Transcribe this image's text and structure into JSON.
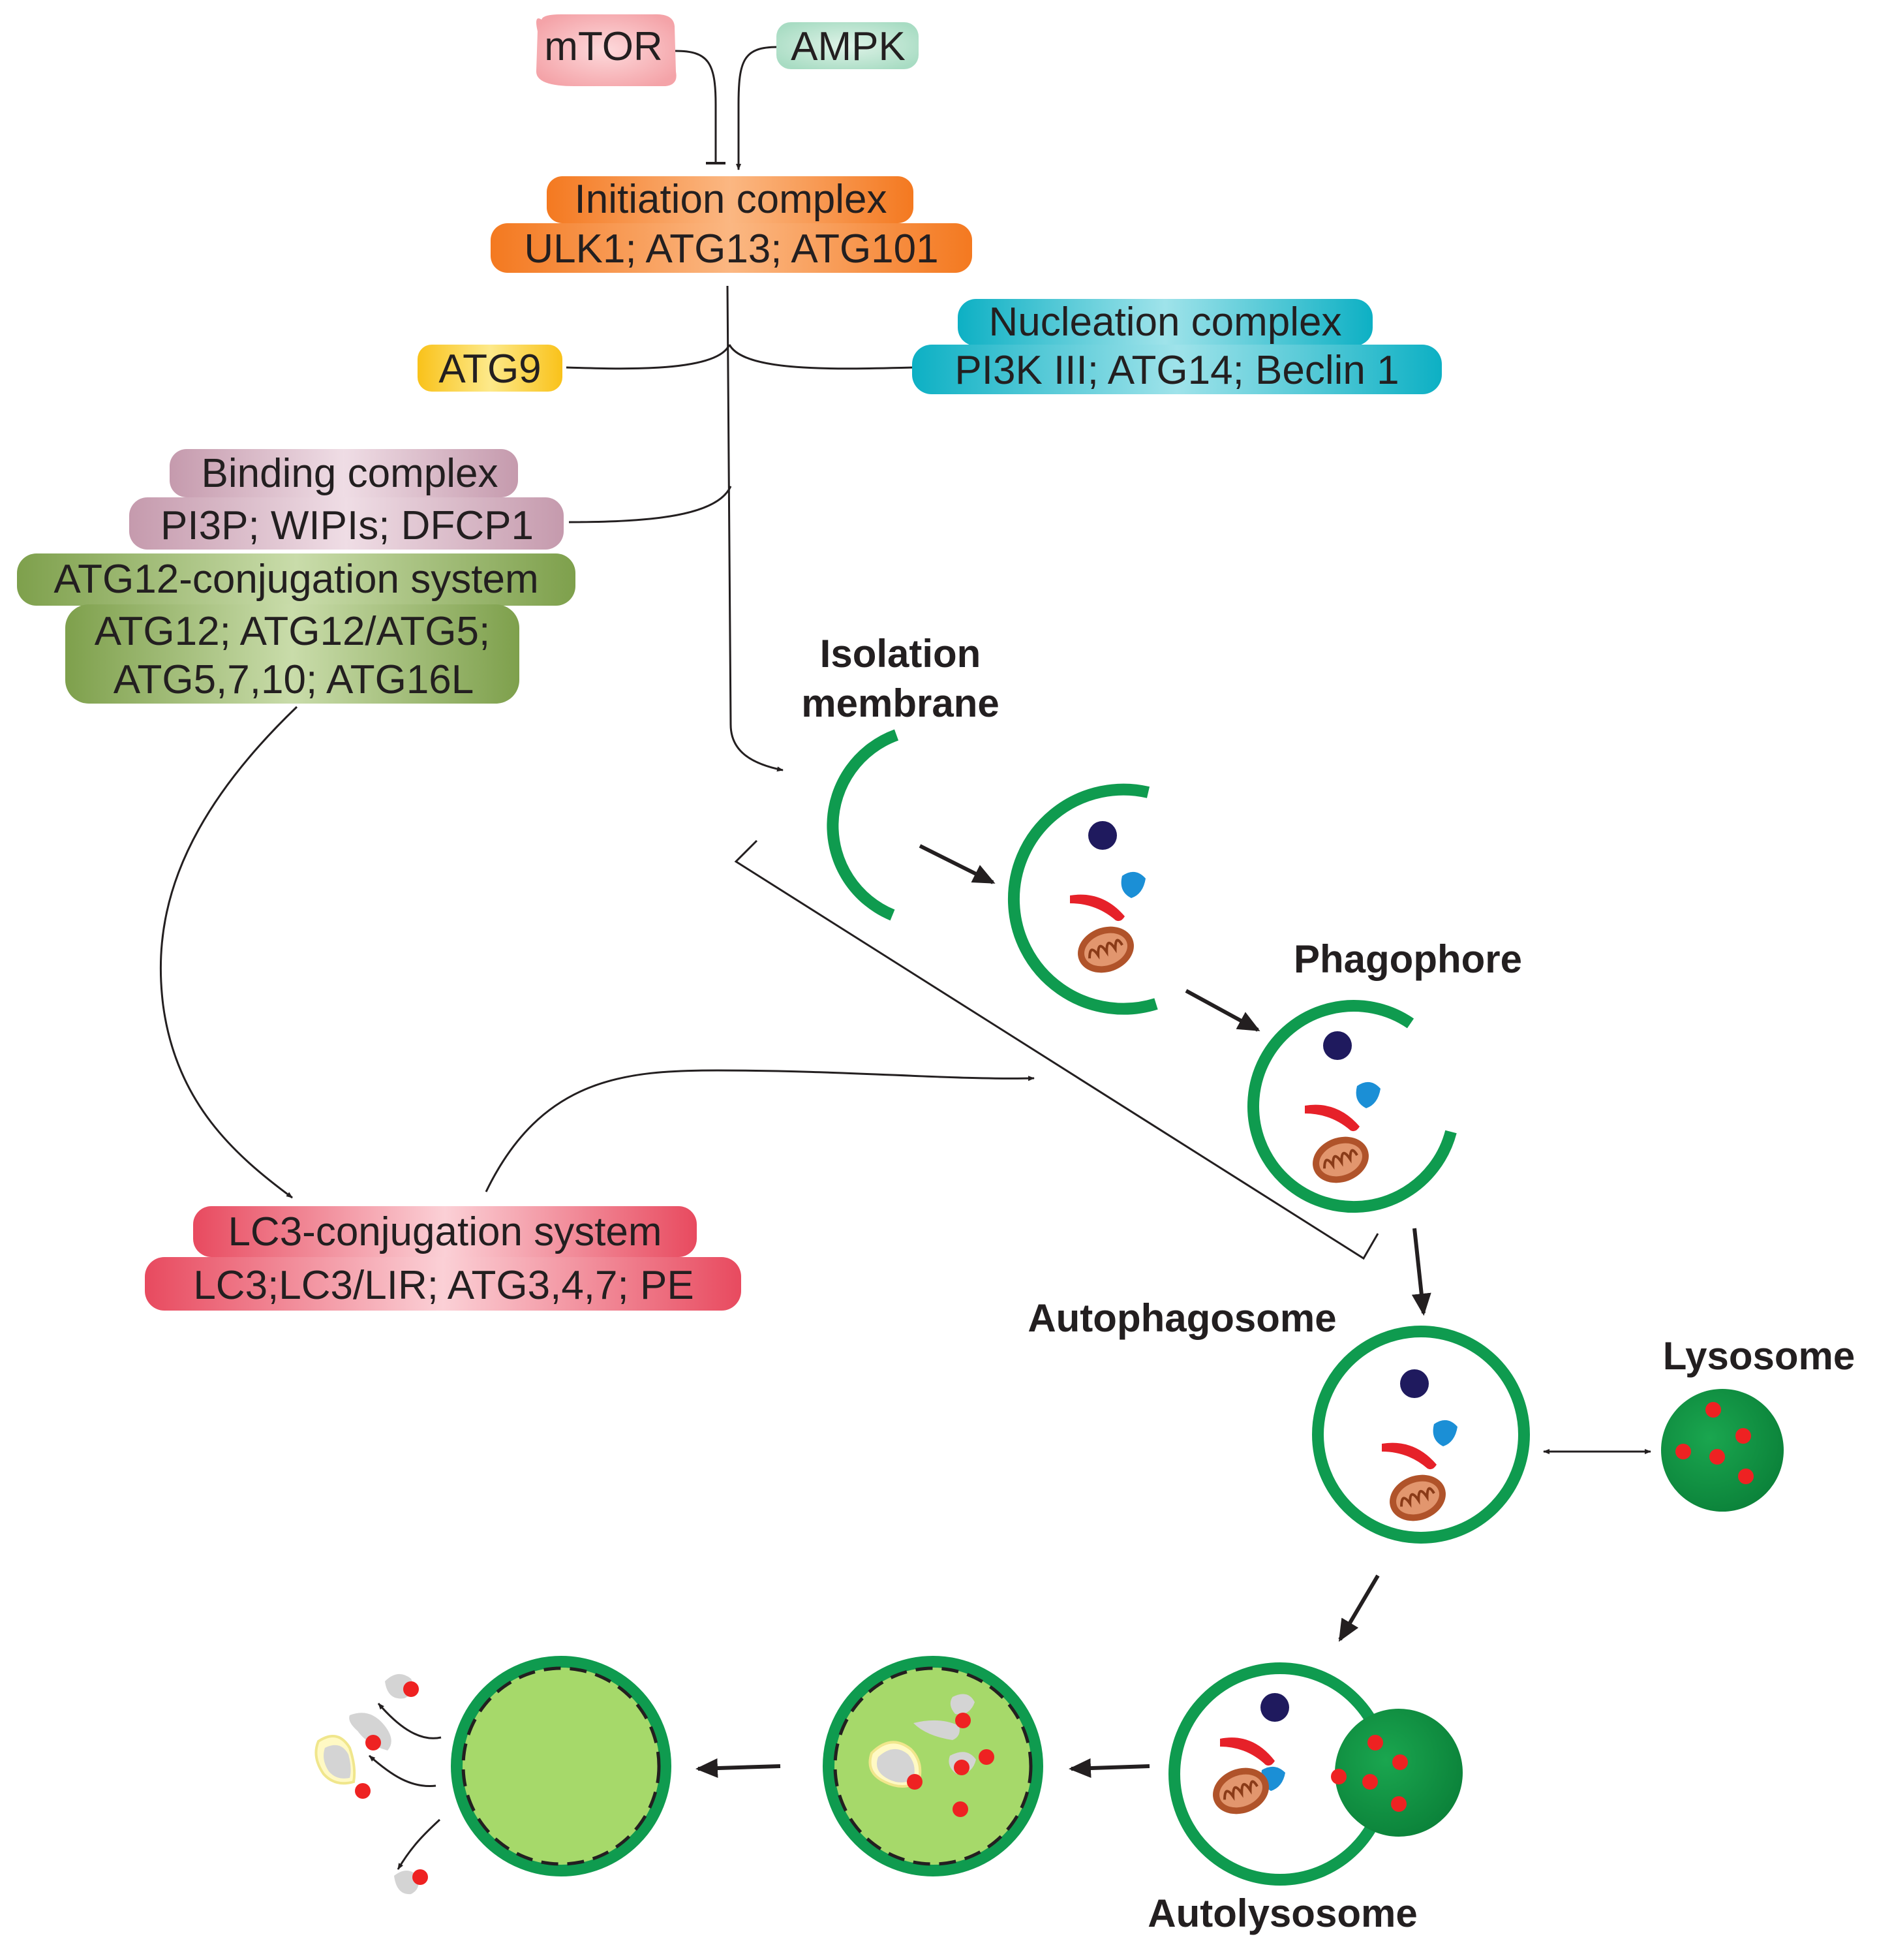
{
  "regulators": {
    "mtor": "mTOR",
    "ampk": "AMPK"
  },
  "initiation": {
    "title": "Initiation complex",
    "members": "ULK1; ATG13; ATG101"
  },
  "atg9": "ATG9",
  "nucleation": {
    "title": "Nucleation complex",
    "members": "PI3K III; ATG14; Beclin 1"
  },
  "binding": {
    "title": "Binding complex",
    "members": "PI3P; WIPIs; DFCP1"
  },
  "atg12": {
    "title": "ATG12-conjugation system",
    "members_line1": "ATG12; ATG12/ATG5;",
    "members_line2": "ATG5,7,10; ATG16L"
  },
  "lc3": {
    "title": "LC3-conjugation system",
    "members": "LC3;LC3/LIR; ATG3,4,7; PE"
  },
  "stages": {
    "isolation_line1": "Isolation",
    "isolation_line2": "membrane",
    "phagophore": "Phagophore",
    "autophagosome": "Autophagosome",
    "lysosome": "Lysosome",
    "autolysosome": "Autolysosome"
  },
  "colors": {
    "mtor": "#f4a3a8",
    "ampk": "#a8dcc3",
    "initiation": "#f7861e",
    "atg9": "#fbd236",
    "nucleation": "#12b7c8",
    "binding": "#c9a0b2",
    "atg12": "#8fae5f",
    "lc3": "#ec5a6b",
    "membrane": "#0f9b4f",
    "lysosome": "#0c8a40",
    "lumen": "#a6d96a",
    "enzyme": "#ee2222"
  }
}
